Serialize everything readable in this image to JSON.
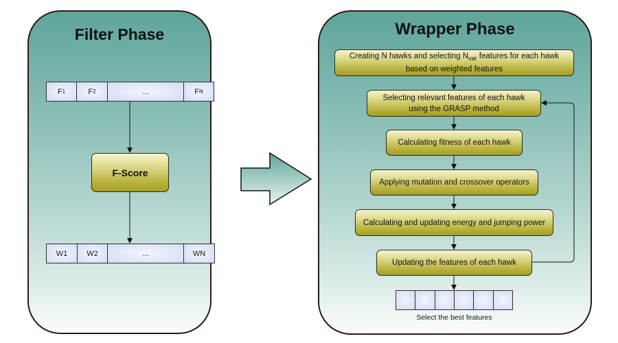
{
  "filter_phase": {
    "title": "Filter Phase",
    "feature_cells": [
      {
        "main": "F",
        "sub": "1"
      },
      {
        "main": "F",
        "sub": "2"
      },
      {
        "main": "...",
        "sub": ""
      },
      {
        "main": "F",
        "sub": "N"
      }
    ],
    "scoring_box": "F-Score",
    "weight_cells": [
      "W1",
      "W2",
      "...",
      "WN"
    ]
  },
  "wrapper_phase": {
    "title": "Wrapper Phase",
    "steps": {
      "create": {
        "part1": "Creating N hawks and selecting N",
        "sub": "var",
        "part2": " features for each hawk",
        "line2": "based on weighted features"
      },
      "select_relevant": {
        "line1": "Selecting relevant features of each hawk",
        "line2": "using the GRASP method"
      },
      "fitness": "Calculating fitness of each hawk",
      "mutation": "Applying mutation and crossover operators",
      "energy": "Calculating and updating energy and jumping power",
      "update": "Updating the features of each hawk"
    },
    "best_feature_cells": [
      "",
      "",
      "",
      "",
      "",
      ""
    ],
    "caption": "Select the best features"
  },
  "colors": {
    "panel_top": "#5fa59a",
    "panel_bottom": "#fbfdfc",
    "box_top": "#f6f4cf",
    "box_bottom": "#a59e23",
    "cell_fill": "#d3dcf3",
    "outline": "#2a1a14"
  }
}
